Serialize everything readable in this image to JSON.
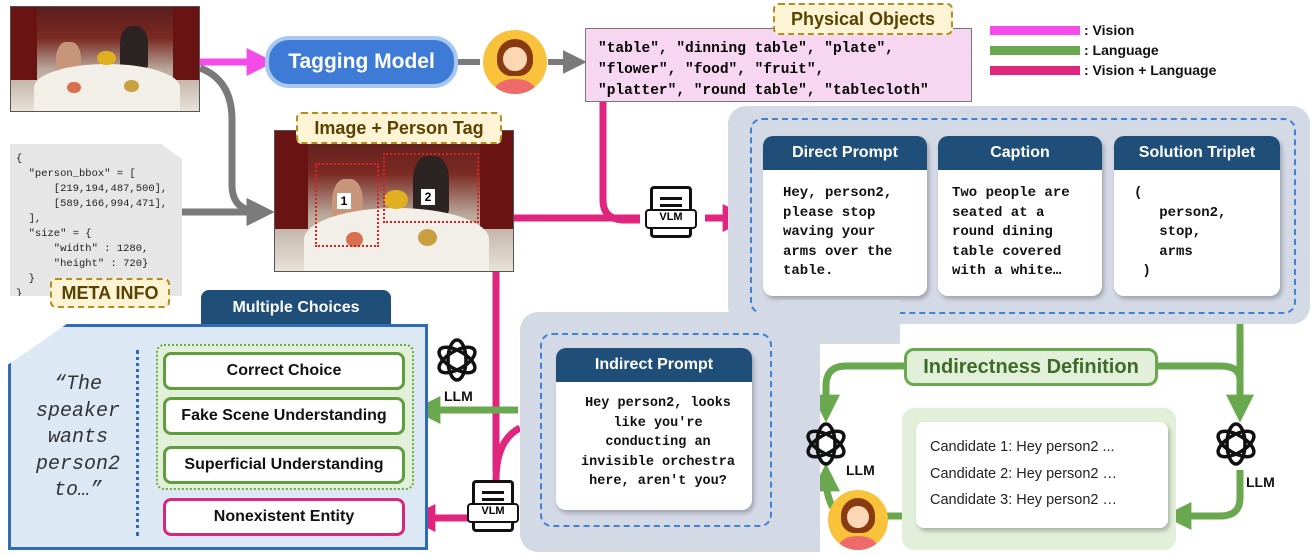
{
  "colors": {
    "vision": "#f54bea",
    "language": "#6aa84f",
    "vision_language": "#e0257e",
    "gray_arrow": "#7a7a7a",
    "dark_blue": "#1f4e79"
  },
  "legend": [
    {
      "label": ": Vision",
      "color": "#f54bea"
    },
    {
      "label": ": Language",
      "color": "#6aa84f"
    },
    {
      "label": ": Vision + Language",
      "color": "#e0257e"
    }
  ],
  "tagging_model": "Tagging Model",
  "physical_objects": {
    "title": "Physical Objects",
    "lines": [
      "\"table\", \"dinning table\", \"plate\",",
      "\"flower\", \"food\", \"fruit\",",
      "\"platter\", \"round table\", \"tablecloth\""
    ]
  },
  "image_person_tag": {
    "title": "Image + Person Tag",
    "tags": [
      "1",
      "2"
    ]
  },
  "meta_info": {
    "title": "META INFO",
    "code": "{\n  \"person_bbox\" = [\n      [219,194,487,500],\n      [589,166,994,471],\n  ],\n  \"size\" = {\n      \"width\" : 1280,\n      \"height\" : 720}\n  }\n}"
  },
  "cards": {
    "direct_prompt": {
      "title": "Direct Prompt",
      "body": "Hey, person2,\nplease stop\nwaving your\narms over the\ntable."
    },
    "caption": {
      "title": "Caption",
      "body": "Two people are\nseated at a\nround dining\ntable covered\nwith a white…"
    },
    "solution_triplet": {
      "title": "Solution Triplet",
      "body": "(\n   person2,\n   stop,\n   arms\n )"
    },
    "indirect_prompt": {
      "title": "Indirect Prompt",
      "body": "Hey person2, looks\nlike you're\nconducting an\ninvisible orchestra\nhere, aren't you?"
    }
  },
  "vlm_label": "VLM",
  "llm_label": "LLM",
  "indirectness_definition": "Indirectness Definition",
  "candidates": [
    "Candidate 1: Hey person2 ...",
    "Candidate 2: Hey person2 …",
    "Candidate 3: Hey person2 …"
  ],
  "multiple_choices": {
    "title": "Multiple Choices",
    "quote": "“The\nspeaker\nwants\nperson2\nto…”",
    "options": [
      "Correct Choice",
      "Fake Scene Understanding",
      "Superficial Understanding",
      "Nonexistent Entity"
    ]
  }
}
